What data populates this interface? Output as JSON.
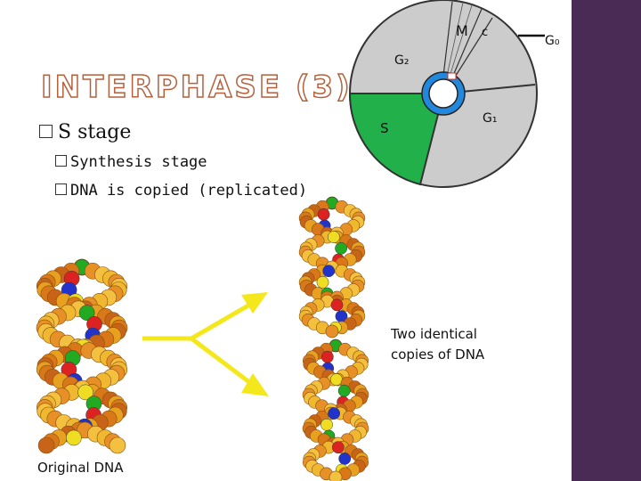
{
  "slide": {
    "title": "INTERPHASE (3)",
    "bullet": "S stage",
    "sub_bullets": [
      "Synthesis stage",
      "DNA is copied (replicated)"
    ]
  },
  "cycle": {
    "phases": [
      "M",
      "C",
      "G₂",
      "S",
      "G₁",
      "G₀"
    ],
    "colors": {
      "ring": "#cccccc",
      "s_phase": "#22b04a",
      "center": "#3399dd"
    }
  },
  "dna": {
    "original_caption": "Original DNA",
    "copies_caption_line1": "Two identical",
    "copies_caption_line2": "copies of DNA",
    "arrow_color": "#f4e81c"
  },
  "theme": {
    "sidebar": "#4a2b55",
    "title_outline": "#b5603c"
  }
}
